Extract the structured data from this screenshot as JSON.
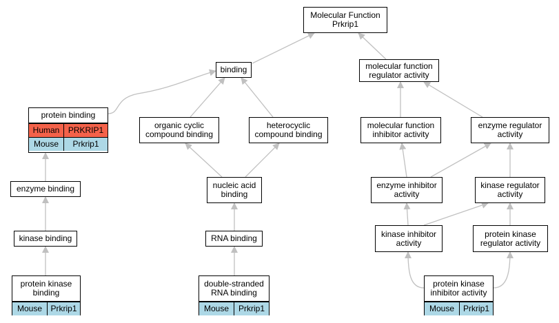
{
  "colors": {
    "edge": "#c0c0c0",
    "human": "#f4624a",
    "mouse": "#add8e6"
  },
  "nodes": {
    "mf": "Molecular Function\nPrkrip1",
    "binding": "binding",
    "mfra": "molecular function\nregulator activity",
    "protein_binding": "protein binding",
    "ocb": "organic cyclic\ncompound binding",
    "hcb": "heterocyclic\ncompound binding",
    "mfia": "molecular function\ninhibitor activity",
    "era": "enzyme regulator\nactivity",
    "enzyme_binding": "enzyme binding",
    "nab": "nucleic acid\nbinding",
    "eia": "enzyme inhibitor\nactivity",
    "kra": "kinase regulator\nactivity",
    "kinase_binding": "kinase binding",
    "rna_binding": "RNA binding",
    "kia": "kinase inhibitor\nactivity",
    "pkra": "protein kinase\nregulator activity",
    "pkb": "protein kinase\nbinding",
    "dsrna": "double-stranded\nRNA binding",
    "pkia": "protein kinase\ninhibitor activity"
  },
  "annotations": {
    "protein_binding": [
      {
        "species": "Human",
        "gene": "PRKRIP1"
      },
      {
        "species": "Mouse",
        "gene": "Prkrip1"
      }
    ],
    "pkb": [
      {
        "species": "Mouse",
        "gene": "Prkrip1"
      }
    ],
    "dsrna": [
      {
        "species": "Mouse",
        "gene": "Prkrip1"
      }
    ],
    "pkia": [
      {
        "species": "Mouse",
        "gene": "Prkrip1"
      }
    ]
  }
}
